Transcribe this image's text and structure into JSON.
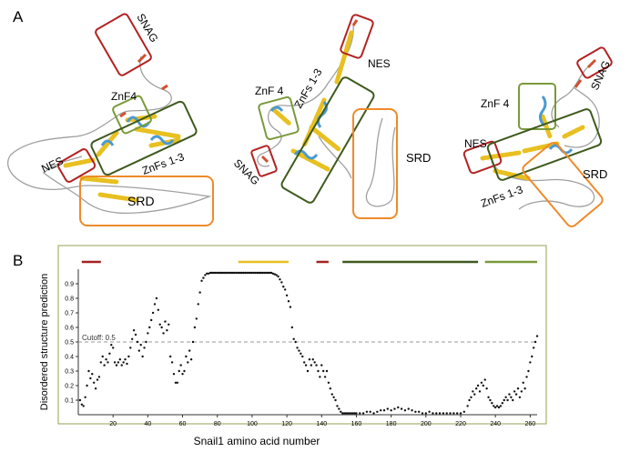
{
  "panel_a": {
    "letter": "A",
    "structures": [
      {
        "labels": {
          "snag": "SNAG",
          "znf4": "ZnF4",
          "znfs": "ZnFs 1-3",
          "nes": "NES",
          "srd": "SRD"
        }
      },
      {
        "labels": {
          "znf4": "ZnF 4",
          "znfs": "ZnFs 1-3",
          "nes": "NES",
          "snag": "SNAG",
          "srd": "SRD"
        }
      },
      {
        "labels": {
          "snag": "SNAG",
          "znf4": "ZnF 4",
          "nes": "NES",
          "znfs": "ZnFs 1-3",
          "srd": "SRD"
        }
      }
    ],
    "colors": {
      "snag": "#b22222",
      "nes": "#b22222",
      "znf4": "#7a9a3a",
      "znfs": "#3f5a1e",
      "srd": "#ee8a2a",
      "helix_blue": "#4a9ad4",
      "helix_yellow": "#e8c020",
      "coil": "#a0a0a0"
    }
  },
  "panel_b": {
    "letter": "B",
    "cutoff_label": "Cutoff: 0.5",
    "colors": {
      "frame": "#a8b070",
      "points": "#111111",
      "cutoff_line": "#999999"
    },
    "chart_data": {
      "type": "scatter",
      "xlabel": "Snail1 amino acid number",
      "ylabel": "Disordered structure prediction",
      "xlim": [
        0,
        264
      ],
      "ylim": [
        0,
        1
      ],
      "x_ticks": [
        20,
        40,
        60,
        80,
        100,
        120,
        140,
        160,
        180,
        200,
        220,
        240,
        260
      ],
      "y_ticks": [
        0.1,
        0.2,
        0.3,
        0.4,
        0.5,
        0.6,
        0.7,
        0.8,
        0.9
      ],
      "cutoff": 0.5,
      "domain_bars": [
        {
          "start": 2,
          "end": 13,
          "color": "#a32020"
        },
        {
          "start": 92,
          "end": 121,
          "color": "#e8c020"
        },
        {
          "start": 137,
          "end": 144,
          "color": "#a32020"
        },
        {
          "start": 152,
          "end": 230,
          "color": "#3f5a1e"
        },
        {
          "start": 234,
          "end": 264,
          "color": "#7a9a3a"
        }
      ],
      "points": [
        [
          1,
          0.1
        ],
        [
          2,
          0.07
        ],
        [
          3,
          0.06
        ],
        [
          4,
          0.12
        ],
        [
          5,
          0.2
        ],
        [
          6,
          0.3
        ],
        [
          7,
          0.25
        ],
        [
          8,
          0.28
        ],
        [
          9,
          0.22
        ],
        [
          10,
          0.18
        ],
        [
          11,
          0.24
        ],
        [
          12,
          0.26
        ],
        [
          13,
          0.36
        ],
        [
          14,
          0.4
        ],
        [
          15,
          0.34
        ],
        [
          16,
          0.38
        ],
        [
          17,
          0.36
        ],
        [
          18,
          0.42
        ],
        [
          19,
          0.48
        ],
        [
          20,
          0.46
        ],
        [
          21,
          0.36
        ],
        [
          22,
          0.34
        ],
        [
          23,
          0.36
        ],
        [
          24,
          0.38
        ],
        [
          25,
          0.34
        ],
        [
          26,
          0.36
        ],
        [
          27,
          0.38
        ],
        [
          28,
          0.35
        ],
        [
          29,
          0.4
        ],
        [
          30,
          0.46
        ],
        [
          31,
          0.52
        ],
        [
          32,
          0.58
        ],
        [
          33,
          0.55
        ],
        [
          34,
          0.5
        ],
        [
          35,
          0.44
        ],
        [
          36,
          0.48
        ],
        [
          37,
          0.4
        ],
        [
          38,
          0.46
        ],
        [
          39,
          0.5
        ],
        [
          40,
          0.56
        ],
        [
          41,
          0.6
        ],
        [
          42,
          0.65
        ],
        [
          43,
          0.7
        ],
        [
          44,
          0.76
        ],
        [
          45,
          0.8
        ],
        [
          46,
          0.72
        ],
        [
          47,
          0.62
        ],
        [
          48,
          0.6
        ],
        [
          49,
          0.56
        ],
        [
          50,
          0.64
        ],
        [
          51,
          0.58
        ],
        [
          52,
          0.62
        ],
        [
          53,
          0.4
        ],
        [
          54,
          0.36
        ],
        [
          55,
          0.28
        ],
        [
          56,
          0.22
        ],
        [
          57,
          0.22
        ],
        [
          58,
          0.3
        ],
        [
          59,
          0.34
        ],
        [
          60,
          0.28
        ],
        [
          61,
          0.3
        ],
        [
          62,
          0.4
        ],
        [
          63,
          0.36
        ],
        [
          64,
          0.44
        ],
        [
          65,
          0.38
        ],
        [
          66,
          0.5
        ],
        [
          67,
          0.6
        ],
        [
          68,
          0.66
        ],
        [
          69,
          0.76
        ],
        [
          70,
          0.84
        ],
        [
          71,
          0.92
        ],
        [
          72,
          0.94
        ],
        [
          73,
          0.96
        ],
        [
          74,
          0.97
        ],
        [
          75,
          0.97
        ],
        [
          76,
          0.975
        ],
        [
          77,
          0.975
        ],
        [
          78,
          0.975
        ],
        [
          79,
          0.975
        ],
        [
          80,
          0.975
        ],
        [
          81,
          0.975
        ],
        [
          82,
          0.975
        ],
        [
          83,
          0.975
        ],
        [
          84,
          0.975
        ],
        [
          85,
          0.975
        ],
        [
          86,
          0.975
        ],
        [
          87,
          0.975
        ],
        [
          88,
          0.975
        ],
        [
          89,
          0.975
        ],
        [
          90,
          0.975
        ],
        [
          91,
          0.975
        ],
        [
          92,
          0.975
        ],
        [
          93,
          0.975
        ],
        [
          94,
          0.975
        ],
        [
          95,
          0.975
        ],
        [
          96,
          0.975
        ],
        [
          97,
          0.975
        ],
        [
          98,
          0.975
        ],
        [
          99,
          0.975
        ],
        [
          100,
          0.975
        ],
        [
          101,
          0.975
        ],
        [
          102,
          0.975
        ],
        [
          103,
          0.975
        ],
        [
          104,
          0.975
        ],
        [
          105,
          0.975
        ],
        [
          106,
          0.975
        ],
        [
          107,
          0.975
        ],
        [
          108,
          0.975
        ],
        [
          109,
          0.975
        ],
        [
          110,
          0.975
        ],
        [
          111,
          0.975
        ],
        [
          112,
          0.97
        ],
        [
          113,
          0.965
        ],
        [
          114,
          0.96
        ],
        [
          115,
          0.95
        ],
        [
          116,
          0.93
        ],
        [
          117,
          0.91
        ],
        [
          118,
          0.88
        ],
        [
          119,
          0.86
        ],
        [
          120,
          0.82
        ],
        [
          121,
          0.78
        ],
        [
          122,
          0.74
        ],
        [
          123,
          0.6
        ],
        [
          124,
          0.52
        ],
        [
          125,
          0.5
        ],
        [
          126,
          0.46
        ],
        [
          127,
          0.44
        ],
        [
          128,
          0.42
        ],
        [
          129,
          0.4
        ],
        [
          130,
          0.36
        ],
        [
          131,
          0.34
        ],
        [
          132,
          0.3
        ],
        [
          133,
          0.38
        ],
        [
          134,
          0.34
        ],
        [
          135,
          0.38
        ],
        [
          136,
          0.36
        ],
        [
          137,
          0.34
        ],
        [
          138,
          0.3
        ],
        [
          139,
          0.26
        ],
        [
          140,
          0.34
        ],
        [
          141,
          0.3
        ],
        [
          142,
          0.26
        ],
        [
          143,
          0.3
        ],
        [
          144,
          0.22
        ],
        [
          145,
          0.18
        ],
        [
          146,
          0.14
        ],
        [
          147,
          0.12
        ],
        [
          148,
          0.1
        ],
        [
          149,
          0.06
        ],
        [
          150,
          0.04
        ],
        [
          151,
          0.02
        ],
        [
          152,
          0.01
        ],
        [
          153,
          0.01
        ],
        [
          154,
          0.01
        ],
        [
          155,
          0.01
        ],
        [
          156,
          0.01
        ],
        [
          157,
          0.01
        ],
        [
          158,
          0.01
        ],
        [
          159,
          0.01
        ],
        [
          160,
          0.01
        ],
        [
          162,
          0.01
        ],
        [
          164,
          0.01
        ],
        [
          166,
          0.02
        ],
        [
          168,
          0.02
        ],
        [
          170,
          0.01
        ],
        [
          172,
          0.02
        ],
        [
          174,
          0.03
        ],
        [
          176,
          0.03
        ],
        [
          178,
          0.04
        ],
        [
          180,
          0.03
        ],
        [
          182,
          0.04
        ],
        [
          184,
          0.05
        ],
        [
          186,
          0.04
        ],
        [
          188,
          0.03
        ],
        [
          190,
          0.04
        ],
        [
          192,
          0.03
        ],
        [
          194,
          0.02
        ],
        [
          196,
          0.02
        ],
        [
          198,
          0.01
        ],
        [
          200,
          0.01
        ],
        [
          202,
          0.02
        ],
        [
          204,
          0.01
        ],
        [
          206,
          0.01
        ],
        [
          208,
          0.01
        ],
        [
          210,
          0.01
        ],
        [
          212,
          0.01
        ],
        [
          214,
          0.01
        ],
        [
          216,
          0.01
        ],
        [
          218,
          0.01
        ],
        [
          220,
          0.01
        ],
        [
          222,
          0.02
        ],
        [
          224,
          0.06
        ],
        [
          225,
          0.1
        ],
        [
          226,
          0.12
        ],
        [
          227,
          0.16
        ],
        [
          228,
          0.14
        ],
        [
          229,
          0.18
        ],
        [
          230,
          0.2
        ],
        [
          231,
          0.16
        ],
        [
          232,
          0.22
        ],
        [
          233,
          0.2
        ],
        [
          234,
          0.24
        ],
        [
          235,
          0.18
        ],
        [
          236,
          0.12
        ],
        [
          237,
          0.1
        ],
        [
          238,
          0.08
        ],
        [
          239,
          0.06
        ],
        [
          240,
          0.05
        ],
        [
          241,
          0.06
        ],
        [
          242,
          0.05
        ],
        [
          243,
          0.06
        ],
        [
          244,
          0.08
        ],
        [
          245,
          0.1
        ],
        [
          246,
          0.12
        ],
        [
          247,
          0.1
        ],
        [
          248,
          0.14
        ],
        [
          249,
          0.12
        ],
        [
          250,
          0.1
        ],
        [
          251,
          0.16
        ],
        [
          252,
          0.14
        ],
        [
          253,
          0.18
        ],
        [
          254,
          0.12
        ],
        [
          255,
          0.16
        ],
        [
          256,
          0.22
        ],
        [
          257,
          0.18
        ],
        [
          258,
          0.26
        ],
        [
          259,
          0.3
        ],
        [
          260,
          0.36
        ],
        [
          261,
          0.4
        ],
        [
          262,
          0.46
        ],
        [
          263,
          0.5
        ],
        [
          264,
          0.54
        ]
      ]
    }
  }
}
